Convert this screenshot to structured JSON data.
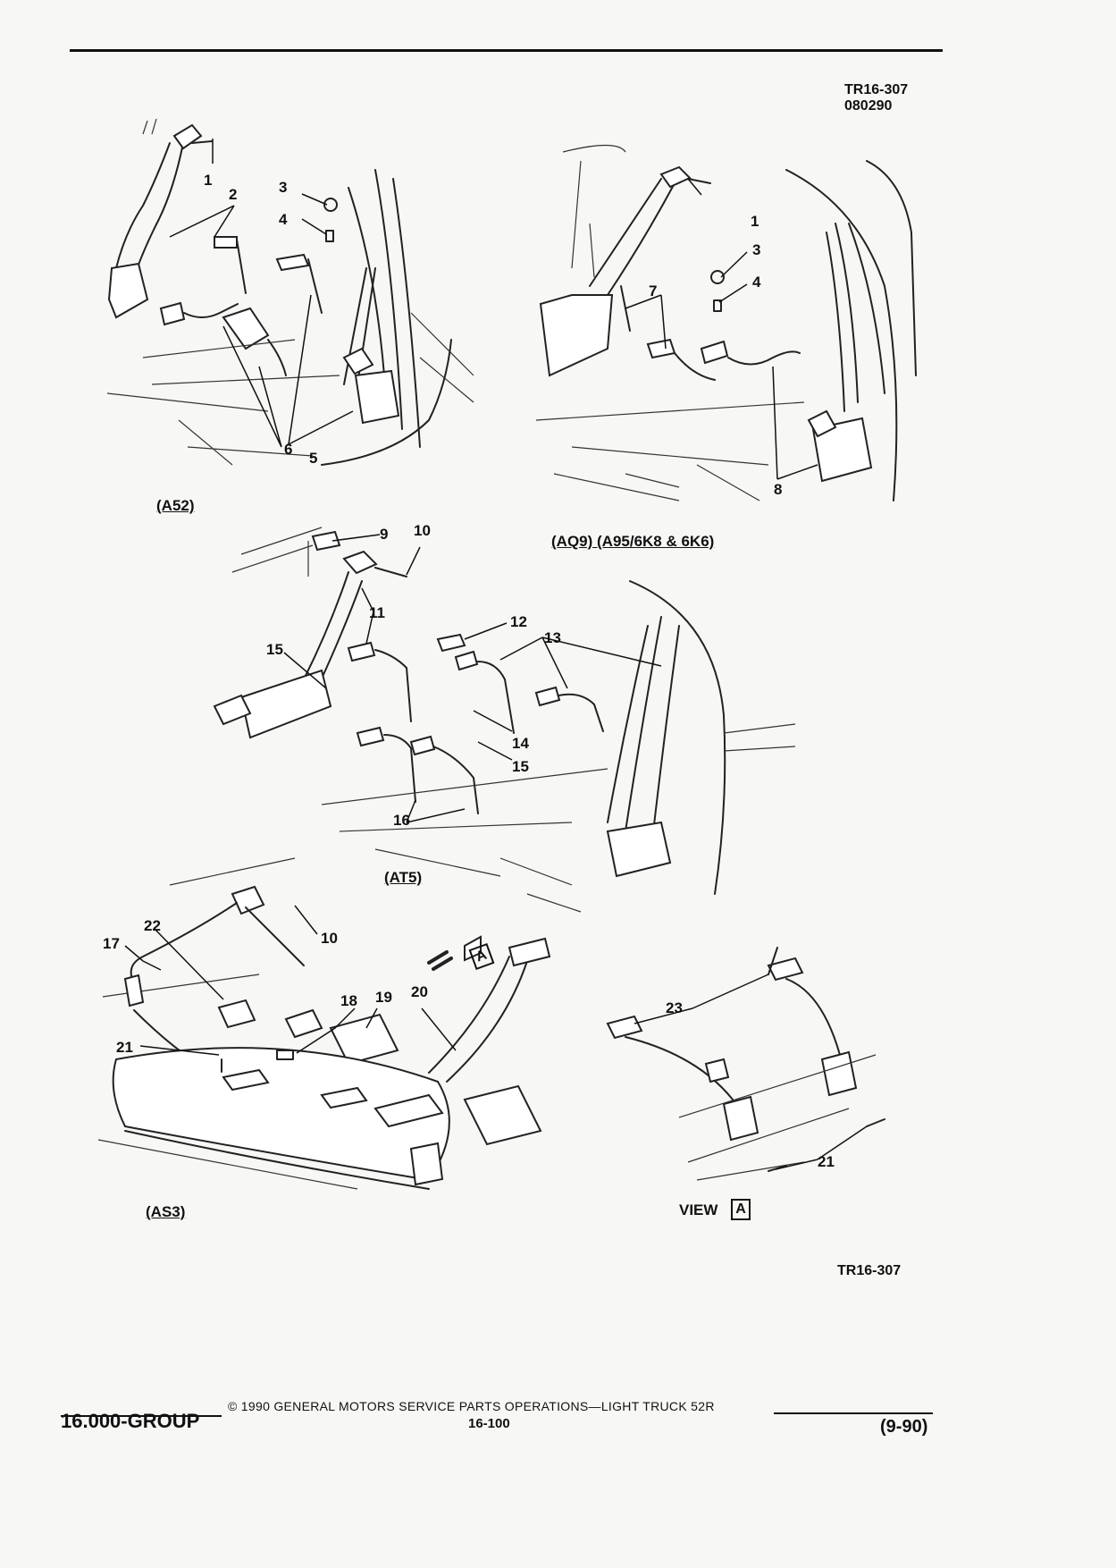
{
  "header": {
    "figure_id": "TR16-307",
    "date_code": "080290"
  },
  "panels": {
    "a52": "(A52)",
    "aq9": "(AQ9) (A95/6K8 & 6K6)",
    "at5": "(AT5)",
    "as3": "(AS3)",
    "view": "VIEW",
    "view_letter": "A"
  },
  "arrow_letter": "A",
  "callouts": {
    "a52": [
      "1",
      "2",
      "3",
      "4",
      "5",
      "6"
    ],
    "aq9": [
      "1",
      "3",
      "4",
      "7",
      "8"
    ],
    "at5": [
      "9",
      "10",
      "11",
      "12",
      "13",
      "14",
      "15",
      "15",
      "16"
    ],
    "as3": [
      "10",
      "17",
      "18",
      "19",
      "20",
      "21",
      "22"
    ],
    "view_a": [
      "23",
      "21"
    ]
  },
  "figure_ref_bottom": "TR16-307",
  "footer": {
    "group": "16.000-GROUP",
    "copyright": "© 1990 GENERAL MOTORS SERVICE PARTS OPERATIONS—LIGHT TRUCK 52R",
    "page": "16-100",
    "revision": "(9-90)"
  }
}
